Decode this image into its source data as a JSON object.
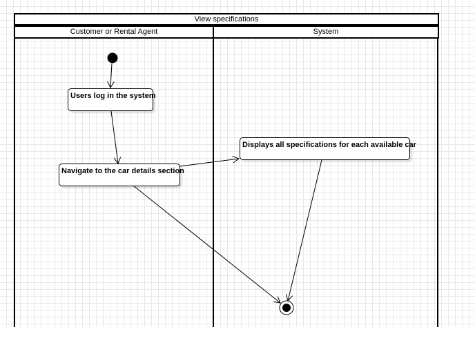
{
  "diagram": {
    "title": "View specifications",
    "lanes": [
      {
        "label": "Customer or Rental Agent"
      },
      {
        "label": "System"
      }
    ],
    "actions": [
      {
        "label": "Users log in the system"
      },
      {
        "label": "Navigate to the car details section"
      },
      {
        "label": "Displays all specifications for each available car"
      }
    ]
  },
  "colors": {
    "line": "#000000",
    "grid": "#e8e8e8",
    "background": "#ffffff"
  }
}
